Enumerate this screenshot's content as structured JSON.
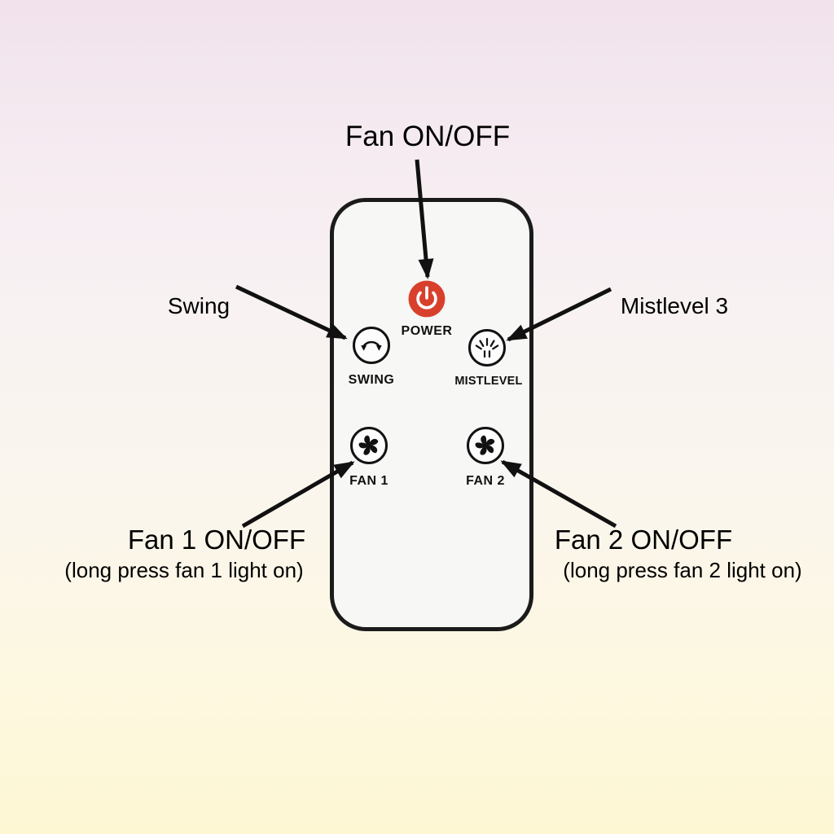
{
  "diagram": {
    "annotations": {
      "fan_onoff": "Fan ON/OFF",
      "swing": "Swing",
      "mistlevel": "Mistlevel 3",
      "fan1_title": "Fan 1 ON/OFF",
      "fan1_sub": "(long press fan 1 light on)",
      "fan2_title": "Fan 2 ON/OFF",
      "fan2_sub": "(long press fan 2 light on)"
    },
    "remote": {
      "buttons": {
        "power": {
          "label": "POWER",
          "icon": "power-icon"
        },
        "swing": {
          "label": "SWING",
          "icon": "swing-arrows-icon"
        },
        "mistlevel": {
          "label": "MISTLEVEL",
          "icon": "mist-spray-icon"
        },
        "fan1": {
          "label": "FAN 1",
          "icon": "fan-blades-icon"
        },
        "fan2": {
          "label": "FAN 2",
          "icon": "fan-blades-icon"
        }
      }
    },
    "colors": {
      "power_button_red": "#d8402c",
      "outline_black": "#111111",
      "background_top": "#f1e2ec",
      "background_bottom": "#fdf7d4"
    }
  }
}
